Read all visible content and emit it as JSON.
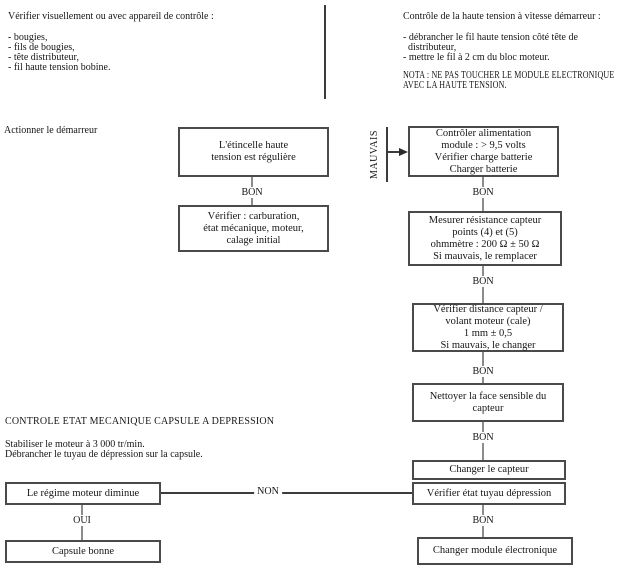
{
  "colors": {
    "background": "#ffffff",
    "text": "#161616",
    "box_border": "#4a4a4a",
    "connector_line": "#8c8c8c",
    "dark_line": "#3c3c3c"
  },
  "labels": {
    "bon": "BON",
    "oui": "OUI",
    "non": "NON",
    "mauvais": "MAUVAIS"
  },
  "intro_left": {
    "title": "Vérifier visuellement ou avec appareil de contrôle :",
    "items": [
      "- bougies,",
      "- fils de bougies,",
      "- tête distributeur,",
      "- fil haute tension bobine."
    ]
  },
  "intro_right": {
    "title": "Contrôle de la haute tension à vitesse démarreur :",
    "items": [
      "- débrancher le fil haute tension côté tête de",
      "distributeur,",
      "- mettre le fil à 2 cm du bloc moteur."
    ],
    "nota_lines": [
      "NOTA : NE PAS TOUCHER LE MODULE ELECTRONIQUE",
      "AVEC LA HAUTE TENSION."
    ]
  },
  "flow_left": {
    "action": "Actionner le démarreur",
    "box_spark": "L'étincelle haute\ntension est régulière",
    "box_checks": "Vérifier : carburation,\nétat mécanique, moteur,\ncalage initial"
  },
  "flow_right": {
    "box_module_power": "Contrôler alimentation\nmodule : > 9,5 volts\nVérifier charge batterie\nCharger batterie",
    "box_sensor_resistance": "Mesurer résistance capteur\npoints (4) et (5)\nohmmètre : 200 Ω ± 50 Ω\nSi mauvais, le remplacer",
    "box_sensor_gap": "Vérifier distance capteur /\nvolant moteur (cale)\n1 mm ± 0,5\nSi mauvais, le changer",
    "box_clean_sensor": "Nettoyer la face sensible du\ncapteur",
    "box_change_sensor": "Changer le capteur",
    "box_vacuum_hose": "Vérifier état tuyau dépression",
    "box_change_module": "Changer module électronique"
  },
  "capsule_section": {
    "heading": "CONTROLE ETAT MECANIQUE CAPSULE A DEPRESSION",
    "instruction_1": "Stabiliser le moteur à 3 000 tr/min.",
    "instruction_2": "Débrancher le tuyau de dépression sur la capsule.",
    "box_rpm_drop": "Le régime moteur diminue",
    "box_capsule_ok": "Capsule bonne"
  }
}
